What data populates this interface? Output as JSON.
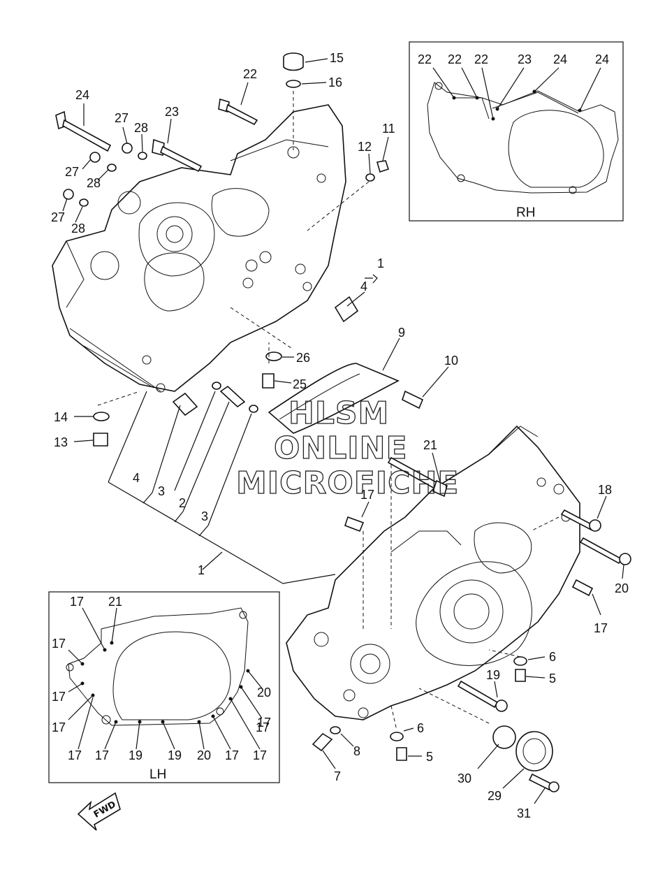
{
  "watermark": {
    "line1": "HLSM",
    "line2": "ONLINE",
    "line3": "MICROFICHE"
  },
  "insets": {
    "rh_label": "RH",
    "lh_label": "LH"
  },
  "fwd_label": "FWD",
  "callouts": [
    {
      "id": "c-15",
      "text": "15"
    },
    {
      "id": "c-16",
      "text": "16"
    },
    {
      "id": "c-22a",
      "text": "22"
    },
    {
      "id": "c-24a",
      "text": "24"
    },
    {
      "id": "c-27a",
      "text": "27"
    },
    {
      "id": "c-28a",
      "text": "28"
    },
    {
      "id": "c-23a",
      "text": "23"
    },
    {
      "id": "c-27b",
      "text": "27"
    },
    {
      "id": "c-28b",
      "text": "28"
    },
    {
      "id": "c-27c",
      "text": "27"
    },
    {
      "id": "c-28c",
      "text": "28"
    },
    {
      "id": "c-11",
      "text": "11"
    },
    {
      "id": "c-12",
      "text": "12"
    },
    {
      "id": "c-1a",
      "text": "1"
    },
    {
      "id": "c-4a",
      "text": "4"
    },
    {
      "id": "c-9",
      "text": "9"
    },
    {
      "id": "c-10",
      "text": "10"
    },
    {
      "id": "c-26",
      "text": "26"
    },
    {
      "id": "c-25",
      "text": "25"
    },
    {
      "id": "c-14",
      "text": "14"
    },
    {
      "id": "c-13",
      "text": "13"
    },
    {
      "id": "c-4b",
      "text": "4"
    },
    {
      "id": "c-3a",
      "text": "3"
    },
    {
      "id": "c-2",
      "text": "2"
    },
    {
      "id": "c-3b",
      "text": "3"
    },
    {
      "id": "c-1b",
      "text": "1"
    },
    {
      "id": "c-21a",
      "text": "21"
    },
    {
      "id": "c-17a",
      "text": "17"
    },
    {
      "id": "c-18",
      "text": "18"
    },
    {
      "id": "c-20a",
      "text": "20"
    },
    {
      "id": "c-17b",
      "text": "17"
    },
    {
      "id": "c-6a",
      "text": "6"
    },
    {
      "id": "c-5a",
      "text": "5"
    },
    {
      "id": "c-19a",
      "text": "19"
    },
    {
      "id": "c-6b",
      "text": "6"
    },
    {
      "id": "c-5b",
      "text": "5"
    },
    {
      "id": "c-8",
      "text": "8"
    },
    {
      "id": "c-7",
      "text": "7"
    },
    {
      "id": "c-30",
      "text": "30"
    },
    {
      "id": "c-29",
      "text": "29"
    },
    {
      "id": "c-31",
      "text": "31"
    }
  ],
  "rh_callouts": [
    {
      "id": "rh-22a",
      "text": "22"
    },
    {
      "id": "rh-22b",
      "text": "22"
    },
    {
      "id": "rh-22c",
      "text": "22"
    },
    {
      "id": "rh-23",
      "text": "23"
    },
    {
      "id": "rh-24a",
      "text": "24"
    },
    {
      "id": "rh-24b",
      "text": "24"
    }
  ],
  "lh_callouts": [
    {
      "id": "lh-17a",
      "text": "17"
    },
    {
      "id": "lh-21",
      "text": "21"
    },
    {
      "id": "lh-17b",
      "text": "17"
    },
    {
      "id": "lh-17c",
      "text": "17"
    },
    {
      "id": "lh-17d",
      "text": "17"
    },
    {
      "id": "lh-20a",
      "text": "20"
    },
    {
      "id": "lh-17e",
      "text": "17"
    },
    {
      "id": "lh-17f",
      "text": "17"
    },
    {
      "id": "lh-17g",
      "text": "17"
    },
    {
      "id": "lh-17h",
      "text": "17"
    },
    {
      "id": "lh-19a",
      "text": "19"
    },
    {
      "id": "lh-19b",
      "text": "19"
    },
    {
      "id": "lh-20b",
      "text": "20"
    },
    {
      "id": "lh-17i",
      "text": "17"
    },
    {
      "id": "lh-17j",
      "text": "17"
    }
  ]
}
